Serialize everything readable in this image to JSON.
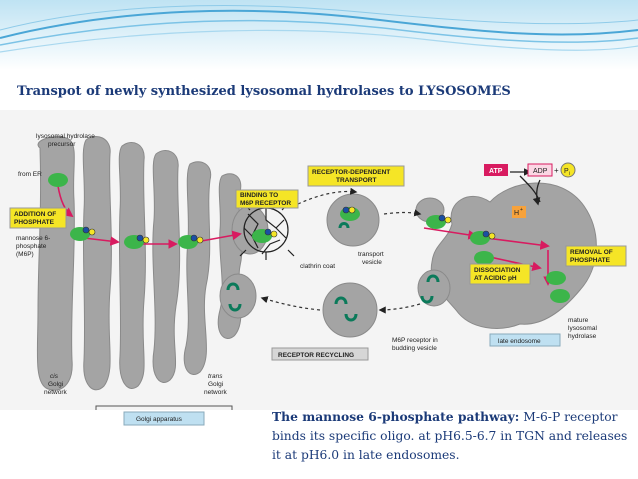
{
  "slide": {
    "title": "Transpot of newly synthesized lysosomal hydrolases to LYSOSOMES",
    "caption_bold": "The mannose 6-phosphate pathway:",
    "caption_rest": " M-6-P receptor binds its specific oligo. at pH6.5-6.7 in TGN and releases it at pH6.0 in late endosomes.",
    "colors": {
      "title": "#1b3a78",
      "header": "#5fb0d8",
      "organelle": "#9c9c9c",
      "pathway": "#d81b60",
      "label_box": "#f5e526",
      "green": "#3cb54a",
      "receptor": "#0b7a5a"
    }
  },
  "diagram": {
    "labels": {
      "hydrolase_precursor_1": "lysosomal hydrolase",
      "hydrolase_precursor_2": "precursor",
      "from_er": "from ER",
      "addition_1": "ADDITION OF",
      "addition_2": "PHOSPHATE",
      "m6p_1": "mannose 6-",
      "m6p_2": "phosphate",
      "m6p_3": "(M6P)",
      "binding_1": "BINDING TO",
      "binding_2": "M6P RECEPTOR",
      "transport_1": "RECEPTOR-DEPENDENT",
      "transport_2": "TRANSPORT",
      "transport_vesicle_1": "transport",
      "transport_vesicle_2": "vesicle",
      "clathrin": "clathrin coat",
      "atp": "ATP",
      "adp": "ADP",
      "pi": "P",
      "pi_sub": "i",
      "hplus": "H",
      "hplus_sup": "+",
      "removal_1": "REMOVAL OF",
      "removal_2": "PHOSPHATE",
      "dissociation_1": "DISSOCIATION",
      "dissociation_2": "AT ACIDIC pH",
      "mature_1": "mature",
      "mature_2": "lysosomal",
      "mature_3": "hydrolase",
      "late_endosome": "late endosome",
      "budding_1": "M6P receptor in",
      "budding_2": "budding vesicle",
      "recycling": "RECEPTOR RECYCLING",
      "cis_1": "cis",
      "cis_2": "Golgi",
      "cis_3": "network",
      "trans_1": "trans",
      "trans_2": "Golgi",
      "trans_3": "network",
      "golgi_apparatus": "Golgi apparatus"
    }
  }
}
